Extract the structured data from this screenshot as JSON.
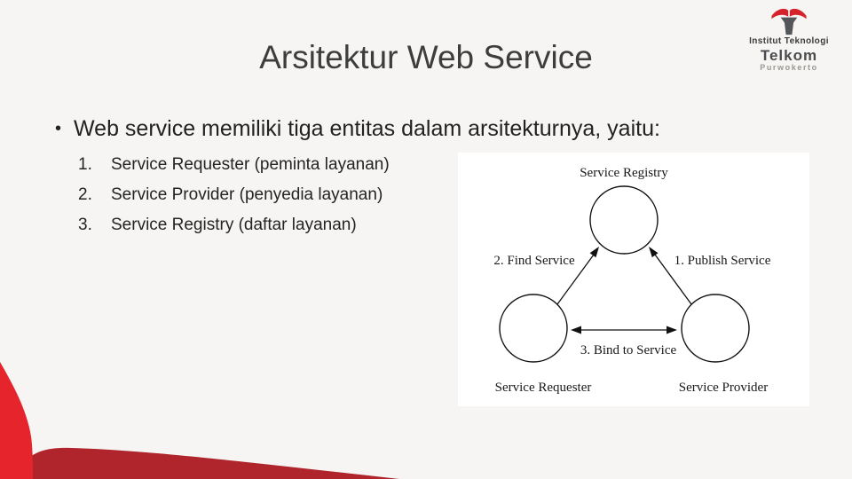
{
  "slide": {
    "title": "Arsitektur Web Service",
    "bullet": "Web service memiliki tiga entitas dalam arsitekturnya, yaitu:",
    "list": [
      {
        "number": "1.",
        "text": "Service Requester (peminta layanan)"
      },
      {
        "number": "2.",
        "text": "Service Provider (penyedia layanan)"
      },
      {
        "number": "3.",
        "text": "Service Registry (daftar layanan)"
      }
    ]
  },
  "diagram": {
    "registry_label": "Service Registry",
    "requester_label": "Service Requester",
    "provider_label": "Service Provider",
    "find_label": "2. Find Service",
    "publish_label": "1. Publish Service",
    "bind_label": "3. Bind to Service"
  },
  "logo": {
    "line1": "Institut Teknologi",
    "line2": "Telkom",
    "line3": "Purwokerto"
  },
  "colors": {
    "slide_background": "#f6f5f3",
    "diagram_background": "#ffffff",
    "text": "#262626",
    "accent_red_bright": "#e5242c",
    "accent_red_dark": "#b0242b",
    "logo_gray": "#55565a"
  }
}
